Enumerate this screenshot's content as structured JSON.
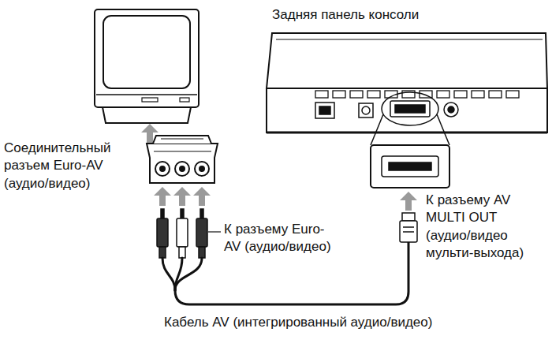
{
  "diagram": {
    "labels": [
      "Задняя панель консоли",
      "Соединительный разъем Euro-AV (аудио/видео)",
      "К разъему Euro-AV (аудио/видео)",
      "К разъему AV MULTI OUT (аудио/видео мульти-выхода)",
      "Кабель AV (интегрированный аудио/видео)"
    ]
  }
}
